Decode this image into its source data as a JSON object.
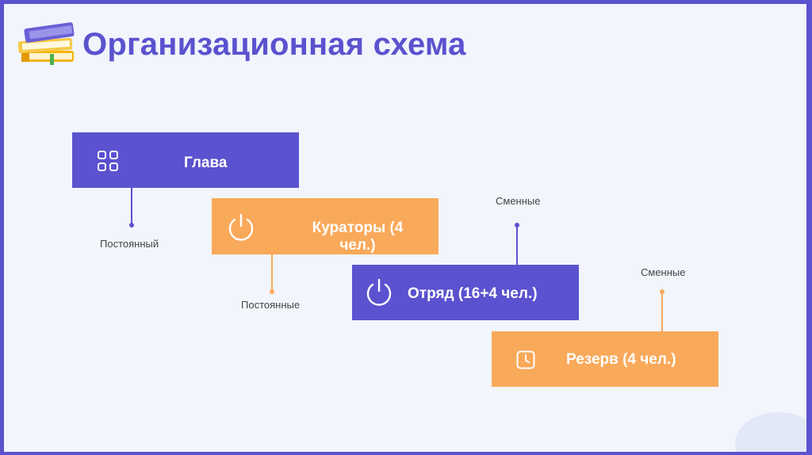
{
  "title": "Организационная схема",
  "nodes": {
    "head": {
      "label": "Глава",
      "icon": "grid-icon"
    },
    "curators": {
      "label": "Кураторы (4 чел.)",
      "icon": "power-icon"
    },
    "squad": {
      "label": "Отряд (16+4 чел.)",
      "icon": "power-icon"
    },
    "reserve": {
      "label": "Резерв (4 чел.)",
      "icon": "clock-icon"
    }
  },
  "captions": {
    "head_permanent": "Постоянный",
    "curators_permanent": "Постоянные",
    "squad_shift": "Сменные",
    "reserve_shift": "Сменные"
  },
  "colors": {
    "purple": "#5b52cf",
    "orange": "#f9a95a",
    "background": "#f2f5fc"
  }
}
